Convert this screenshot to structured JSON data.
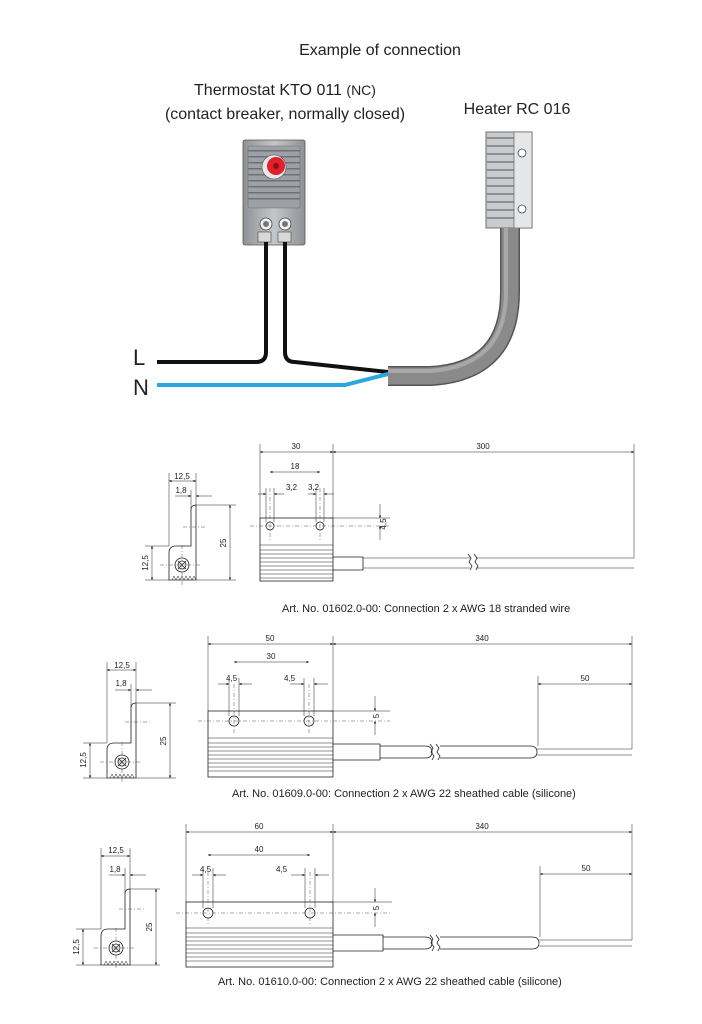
{
  "title": "Example of connection",
  "thermostat": {
    "name": "Thermostat KTO 011",
    "code": "(NC)",
    "desc": "(contact breaker, normally closed)"
  },
  "heater": {
    "name": "Heater RC 016"
  },
  "wires": {
    "l_label": "L",
    "n_label": "N"
  },
  "colors": {
    "wire_l": "#111111",
    "wire_n": "#2aa7e0",
    "cable": "#8a8a8a",
    "knob": "#e0202a",
    "housing": "#a9acb0"
  },
  "drawings": [
    {
      "side": {
        "width": "12,5",
        "step": "1,8",
        "base": "12,5",
        "height": "25"
      },
      "front": {
        "length": "30",
        "hole_spacing": "18",
        "hole_left": "3,2",
        "hole_right": "3,2",
        "hole_offset": "4,5"
      },
      "cable": {
        "length": "300"
      },
      "caption": "Art. No. 01602.0-00: Connection 2 x AWG 18 stranded wire"
    },
    {
      "side": {
        "width": "12,5",
        "step": "1,8",
        "base": "12,5",
        "height": "25"
      },
      "front": {
        "length": "50",
        "hole_spacing": "30",
        "hole_left": "4,5",
        "hole_right": "4,5",
        "hole_offset": "5"
      },
      "cable": {
        "length": "340",
        "strip": "50"
      },
      "caption": "Art. No. 01609.0-00: Connection 2 x AWG 22 sheathed cable (silicone)"
    },
    {
      "side": {
        "width": "12,5",
        "step": "1,8",
        "base": "12,5",
        "height": "25"
      },
      "front": {
        "length": "60",
        "hole_spacing": "40",
        "hole_left": "4,5",
        "hole_right": "4,5",
        "hole_offset": "5"
      },
      "cable": {
        "length": "340",
        "strip": "50"
      },
      "caption": "Art. No. 01610.0-00: Connection 2 x AWG 22 sheathed cable (silicone)"
    }
  ]
}
